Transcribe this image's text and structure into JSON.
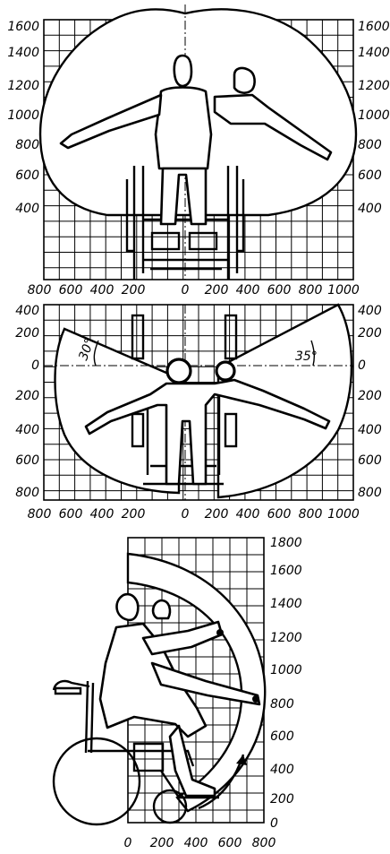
{
  "panels": {
    "front_reach": {
      "y_left_ticks": [
        "1600",
        "1400",
        "1200",
        "1000",
        "800",
        "600",
        "400"
      ],
      "y_right_ticks": [
        "1600",
        "1400",
        "1200",
        "1000",
        "800",
        "600",
        "400"
      ],
      "x_ticks": [
        "800",
        "600",
        "400",
        "200",
        "0",
        "200",
        "400",
        "600",
        "800",
        "1000"
      ]
    },
    "top_reach": {
      "y_left_ticks": [
        "400",
        "200",
        "0",
        "200",
        "400",
        "600",
        "800"
      ],
      "y_right_ticks": [
        "400",
        "200",
        "0",
        "200",
        "400",
        "600",
        "800"
      ],
      "x_ticks": [
        "800",
        "600",
        "400",
        "200",
        "0",
        "200",
        "400",
        "600",
        "800",
        "1000"
      ],
      "angle_left": "30°",
      "angle_right": "35°"
    },
    "side_reach": {
      "y_right_ticks": [
        "1800",
        "1600",
        "1400",
        "1200",
        "1000",
        "800",
        "600",
        "400",
        "200",
        "0"
      ],
      "x_ticks": [
        "0",
        "200",
        "400",
        "600",
        "800"
      ]
    }
  }
}
